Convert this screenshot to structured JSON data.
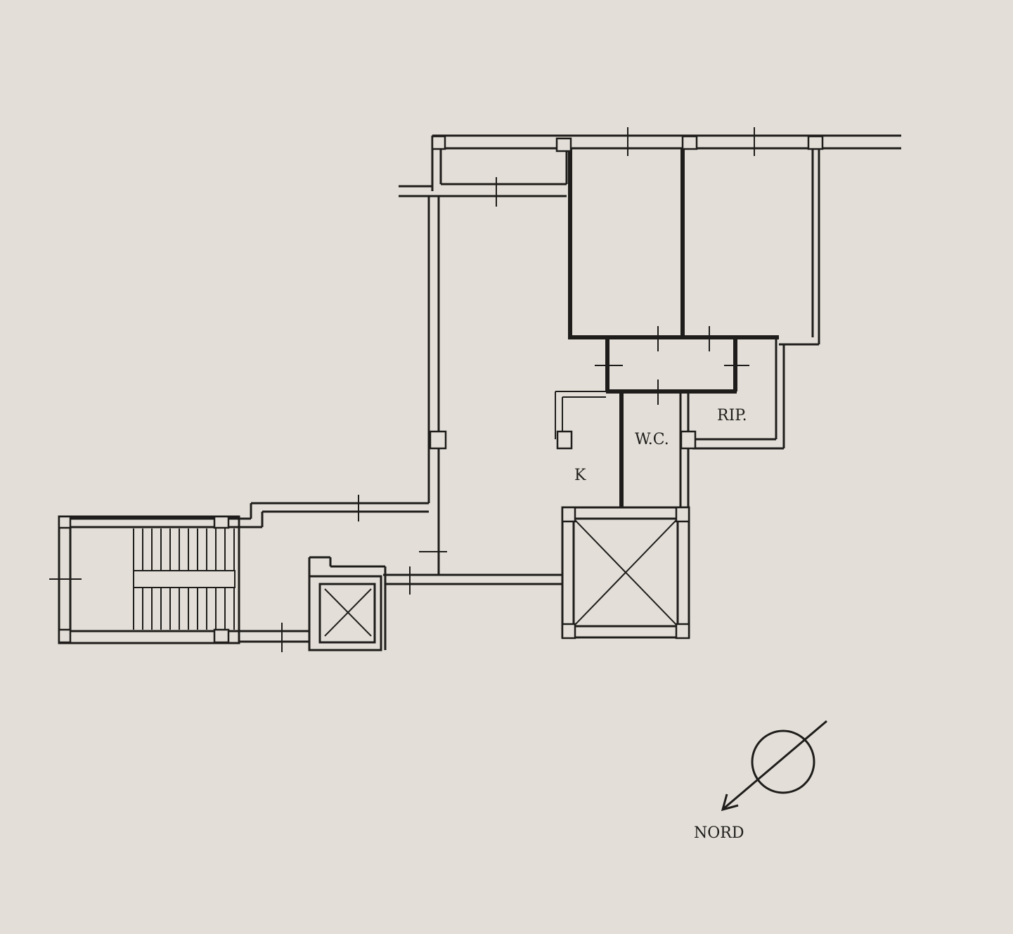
{
  "plan": {
    "labels": {
      "kitchen": "K",
      "wc": "W.C.",
      "storage": "RIP.",
      "north": "NORD"
    }
  },
  "compass": {
    "icon": "north-arrow-icon"
  },
  "colors": {
    "paper": "#e3dfd8",
    "ink": "#1f1d1b"
  }
}
